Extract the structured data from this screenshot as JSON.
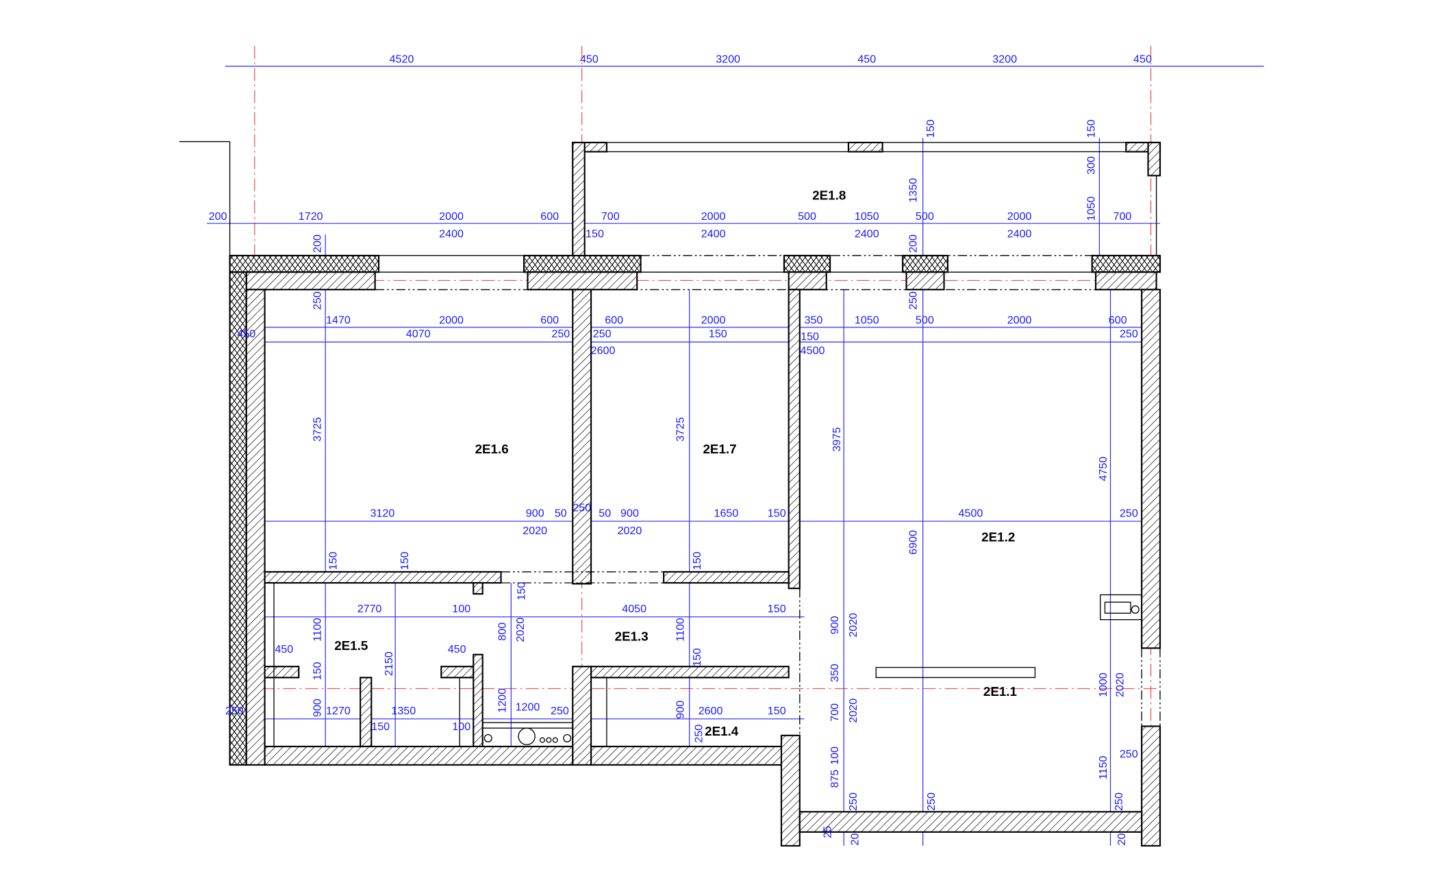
{
  "title": "Floor plan 2E1",
  "rooms": [
    "2E1.8",
    "2E1.6",
    "2E1.7",
    "2E1.2",
    "2E1.5",
    "2E1.3",
    "2E1.1",
    "2E1.4"
  ],
  "dimensions": {
    "top_row": [
      "4520",
      "450",
      "3200",
      "450",
      "3200",
      "450"
    ],
    "facade_row": [
      "200",
      "1720",
      "2000",
      "600",
      "700",
      "2000",
      "500",
      "1050",
      "500",
      "2000",
      "700"
    ],
    "opening_row": [
      "2400",
      "150",
      "2400",
      "2400",
      "2400"
    ],
    "balcony_vertical": [
      "150",
      "150",
      "1350",
      "300",
      "1050",
      "200",
      "200",
      "250",
      "250"
    ],
    "interior_row_1": [
      "1470",
      "2000",
      "600",
      "600",
      "2000",
      "350",
      "1050",
      "500",
      "2000",
      "600"
    ],
    "interior_row_2": [
      "450",
      "4070",
      "250",
      "250",
      "150",
      "150",
      "250",
      "2600",
      "4500"
    ],
    "room_heights": [
      "3725",
      "3725",
      "3975",
      "4750",
      "6900"
    ],
    "mid_row": [
      "3120",
      "900",
      "50",
      "250",
      "50",
      "900",
      "1650",
      "150",
      "4500",
      "250",
      "2020",
      "2020"
    ],
    "wall_thickness": [
      "150",
      "150",
      "150",
      "150"
    ],
    "lower_row": [
      "2770",
      "100",
      "4050",
      "150",
      "1100",
      "800",
      "2020",
      "1100",
      "900",
      "2020",
      "450",
      "450",
      "150",
      "2150",
      "150",
      "350"
    ],
    "bottom_row": [
      "1200",
      "900",
      "900",
      "700",
      "2020",
      "1000",
      "2020",
      "250",
      "1270",
      "1350",
      "1200",
      "250",
      "2600",
      "150",
      "150",
      "100",
      "250",
      "100",
      "875",
      "250",
      "250",
      "1150",
      "250",
      "250",
      "25",
      "20",
      "20"
    ]
  },
  "colors": {
    "dimension": "#1a1aff",
    "axis": "#e33333",
    "wall": "#000000"
  }
}
